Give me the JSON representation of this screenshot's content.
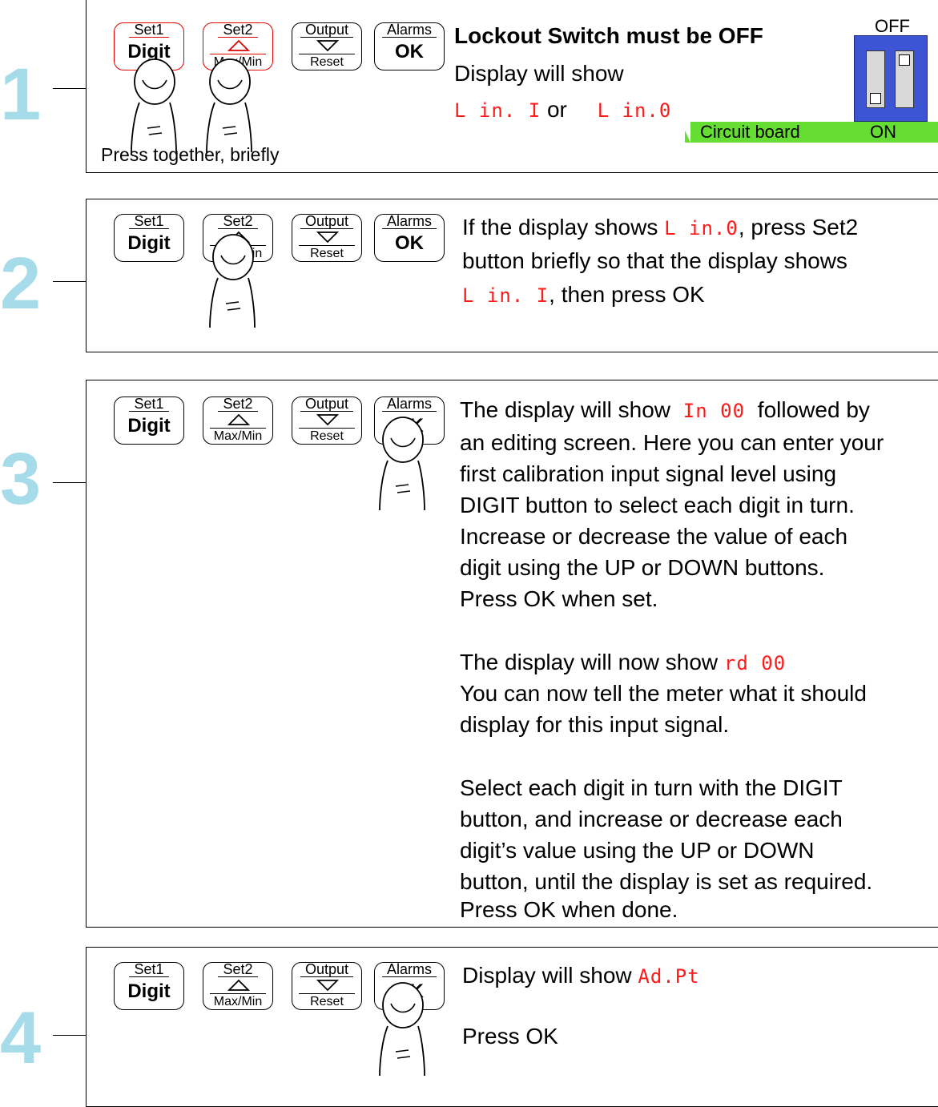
{
  "buttons": {
    "set1_top": "Set1",
    "set1_main": "Digit",
    "set2_top": "Set2",
    "set2_bottom": "Max/Min",
    "output_top": "Output",
    "output_bottom": "Reset",
    "alarms_top": "Alarms",
    "alarms_main": "OK"
  },
  "colors": {
    "step_number": "#a6dcea",
    "segment_display": "#ff1a1a",
    "highlight_key": "#e00000",
    "switch_body": "#3d55d4",
    "circuit_board": "#66dd33"
  },
  "step1": {
    "number": "1",
    "heading": "Lockout Switch must be OFF",
    "line1": "Display will show",
    "seg_a": "L in. I",
    "or": "or",
    "seg_b": "L in.0",
    "caption": "Press together, briefly",
    "switch_off_label": "OFF",
    "switch_on_label": "ON",
    "board_label": "Circuit board"
  },
  "step2": {
    "number": "2",
    "t1": "If the display shows ",
    "seg1": "L in.0",
    "t2": ", press Set2",
    "t3": "button briefly so that the display shows",
    "seg2": "L in. I",
    "t4": ", then press OK"
  },
  "step3": {
    "number": "3",
    "a1": "The display will show ",
    "seg1": "In 00",
    "a2": " followed by",
    "a3": "an editing screen. Here you can enter your",
    "a4": "first calibration input signal level using",
    "a5": "DIGIT button to select each digit in turn.",
    "a6": "Increase or decrease the value of each",
    "a7": "digit using the UP or DOWN buttons.",
    "a8": "Press OK when set.",
    "b1": "The display will now show ",
    "seg2": "rd 00",
    "b2": "You can now tell the meter what it should",
    "b3": "display for this input signal.",
    "c1": "Select each digit in turn with the DIGIT",
    "c2": "button, and increase or decrease each",
    "c3": "digit’s value using the UP or DOWN",
    "c4": "button, until the display is set as required.",
    "c5": "Press OK when done."
  },
  "step4": {
    "number": "4",
    "t1": "Display will show ",
    "seg1": "Ad.Pt",
    "t2": "Press OK"
  }
}
